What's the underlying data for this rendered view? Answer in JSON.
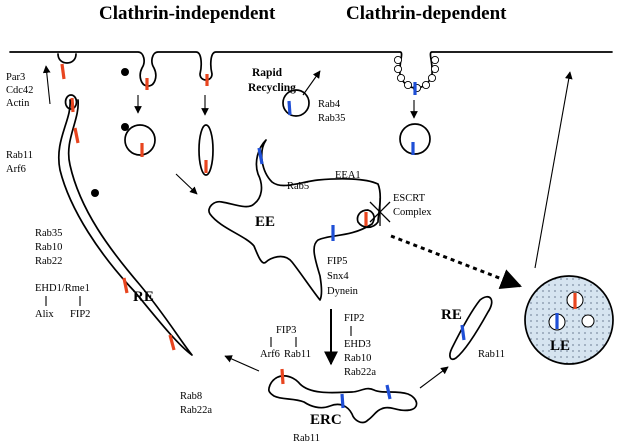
{
  "headings": {
    "independent": "Clathrin-independent",
    "dependent": "Clathrin-dependent"
  },
  "labels": {
    "par3": "Par3",
    "cdc42": "Cdc42",
    "actin": "Actin",
    "rab11_arf6_a": "Rab11",
    "rab11_arf6_b": "Arf6",
    "rapid_recycling_a": "Rapid",
    "rapid_recycling_b": "Recycling",
    "rab4": "Rab4",
    "rab35_top": "Rab35",
    "rab5": "Rab5",
    "eea1": "EEA1",
    "escrt_a": "ESCRT",
    "escrt_b": "Complex",
    "ee": "EE",
    "rab35": "Rab35",
    "rab10": "Rab10",
    "rab22": "Rab22",
    "ehd1": "EHD1/Rme1",
    "alix": "Alix",
    "fip2_left": "FIP2",
    "re_left": "RE",
    "fip5": "FIP5",
    "snx4": "Snx4",
    "dynein": "Dynein",
    "fip3": "FIP3",
    "arf6_fip3": "Arf6",
    "rab11_fip3": "Rab11",
    "fip2_mid": "FIP2",
    "ehd3": "EHD3",
    "rab10_mid": "Rab10",
    "rab22a_mid": "Rab22a",
    "re_right": "RE",
    "rab11_re_right": "Rab11",
    "le": "LE",
    "rab8": "Rab8",
    "rab22a_left": "Rab22a",
    "erc": "ERC",
    "rab11_erc": "Rab11"
  },
  "colors": {
    "cargo_red": "#e8451f",
    "cargo_blue": "#1f4fd6",
    "le_fill": "#d6e4f0"
  }
}
